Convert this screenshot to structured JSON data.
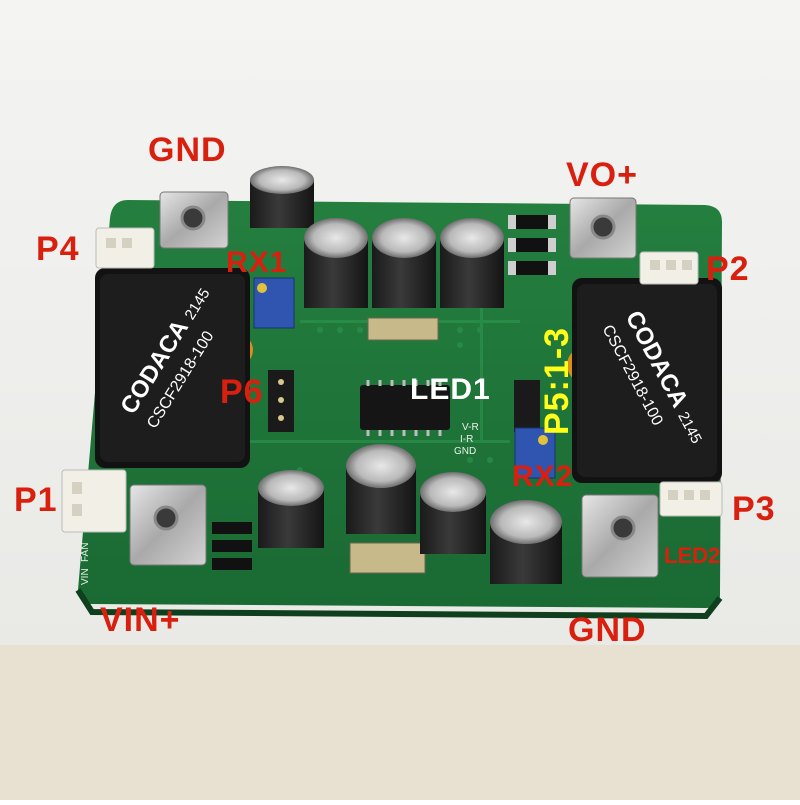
{
  "photo": {
    "inductor_brand": "CODACA",
    "inductor_part": "CSCF2918-100",
    "inductor_code": "2145",
    "silk_vr": "V-R",
    "silk_ir": "I-R",
    "silk_gnd": "GND",
    "silk_fan": "FAN",
    "silk_vin": "VIN"
  },
  "labels": {
    "gnd_top": "GND",
    "vo_plus": "VO+",
    "p4": "P4",
    "rx1": "RX1",
    "p2": "P2",
    "p5": "P5:1-3",
    "p6": "P6",
    "led1": "LED1",
    "rx2": "RX2",
    "p1": "P1",
    "p3": "P3",
    "led2": "LED2",
    "vin_plus": "VIN+",
    "gnd_bottom": "GND"
  },
  "colors": {
    "label_red": "#d9200f",
    "label_white": "#ffffff",
    "label_yellow": "#ffff1a",
    "pcb_green": "#1f7a3a"
  }
}
